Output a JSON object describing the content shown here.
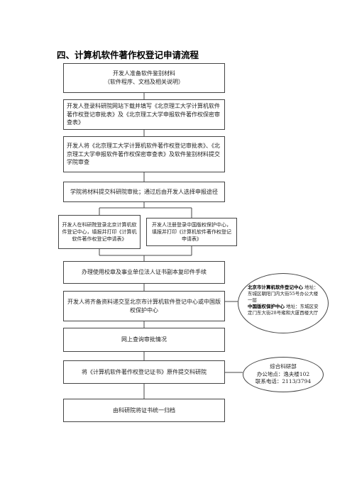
{
  "title": "四、计算机软件著作权登记申请流程",
  "steps": {
    "s1_line1": "开发人准备软件鉴别材料",
    "s1_line2": "（软件程序、文档及相关说明）",
    "s2": "开发人登录科研院网站下载并填写《北京理工大学计算机软件著作权登记审批表》及《北京理工大学申报软件著作权保密审查表》",
    "s3": "开发人将《北京理工大学计算机软件著作权登记审批表》、《北京理工大学申报软件著作权保密审查表》及软件鉴别材料提交学院审查",
    "s4": "学院将材料提交科研院审批；通过后由开发人选择申报途径",
    "s5a": "开发人在科研院登录北京计算机软件登记中心，填报并打印《计算机软件著作权登记申请表》",
    "s5b": "开发人注册登录中国版权保护中心，填报并打印《计算机软件著作权登记申请表》",
    "s6": "办理使用校章及事业单位法人证书副本复印件手续",
    "s7": "开发人将齐备资料递交至北京市计算机软件登记中心或中国版权保护中心",
    "s8": "网上查询审批情况",
    "s9": "将《计算机软件著作权登记证书》原件提交科研院",
    "s10": "由科研院将证书统一归档"
  },
  "notes": {
    "n1_name1": "北京市计算机软件登记中心",
    "n1_addr1": "地址：东城区朝阳门内大街55号办公大楼一层",
    "n1_name2": "中国版权保护中心",
    "n1_addr2": "地址：东城区安定门东大街28号雍和大厦西楼大厅",
    "n2_line1": "综合科研部",
    "n2_line2": "办公地点：逸夫楼102",
    "n2_line3": "联系电话：2113/3794"
  }
}
